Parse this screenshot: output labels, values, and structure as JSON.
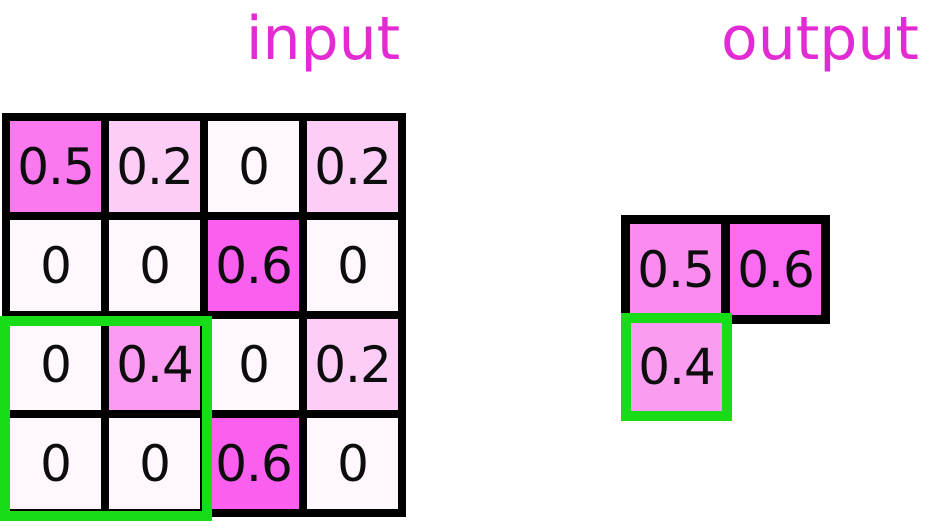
{
  "titles": {
    "input": "input",
    "output": "output"
  },
  "colors": {
    "title_text": "#e32bd3",
    "cell_text": "#0d0d0d",
    "grid_border": "#000000",
    "highlight_green": "#17dc17",
    "background": "#ffffff"
  },
  "input_grid": {
    "rows": 4,
    "cols": 4,
    "cells": [
      [
        {
          "label": "0.5",
          "color": "#fb79ef"
        },
        {
          "label": "0.2",
          "color": "#fccef7"
        },
        {
          "label": "0",
          "color": "#fef8fe"
        },
        {
          "label": "0.2",
          "color": "#fccef7"
        }
      ],
      [
        {
          "label": "0",
          "color": "#fef8fe"
        },
        {
          "label": "0",
          "color": "#fef8fe"
        },
        {
          "label": "0.6",
          "color": "#fa5ff0"
        },
        {
          "label": "0",
          "color": "#fef8fe"
        }
      ],
      [
        {
          "label": "0",
          "color": "#fef8fe"
        },
        {
          "label": "0.4",
          "color": "#fb9bf2"
        },
        {
          "label": "0",
          "color": "#fef8fe"
        },
        {
          "label": "0.2",
          "color": "#fccef7"
        }
      ],
      [
        {
          "label": "0",
          "color": "#fef8fe"
        },
        {
          "label": "0",
          "color": "#fef8fe"
        },
        {
          "label": "0.6",
          "color": "#fa5ff0"
        },
        {
          "label": "0",
          "color": "#fef8fe"
        }
      ]
    ],
    "highlight_window": {
      "rows": "3-4",
      "cols": "1-2",
      "color": "#17dc17"
    }
  },
  "output_grid": {
    "cells": [
      {
        "label": "0.5",
        "color": "#fb8bef"
      },
      {
        "label": "0.6",
        "color": "#fa6bf1"
      }
    ],
    "highlighted_cell": {
      "label": "0.4",
      "color": "#fa9df1"
    }
  }
}
